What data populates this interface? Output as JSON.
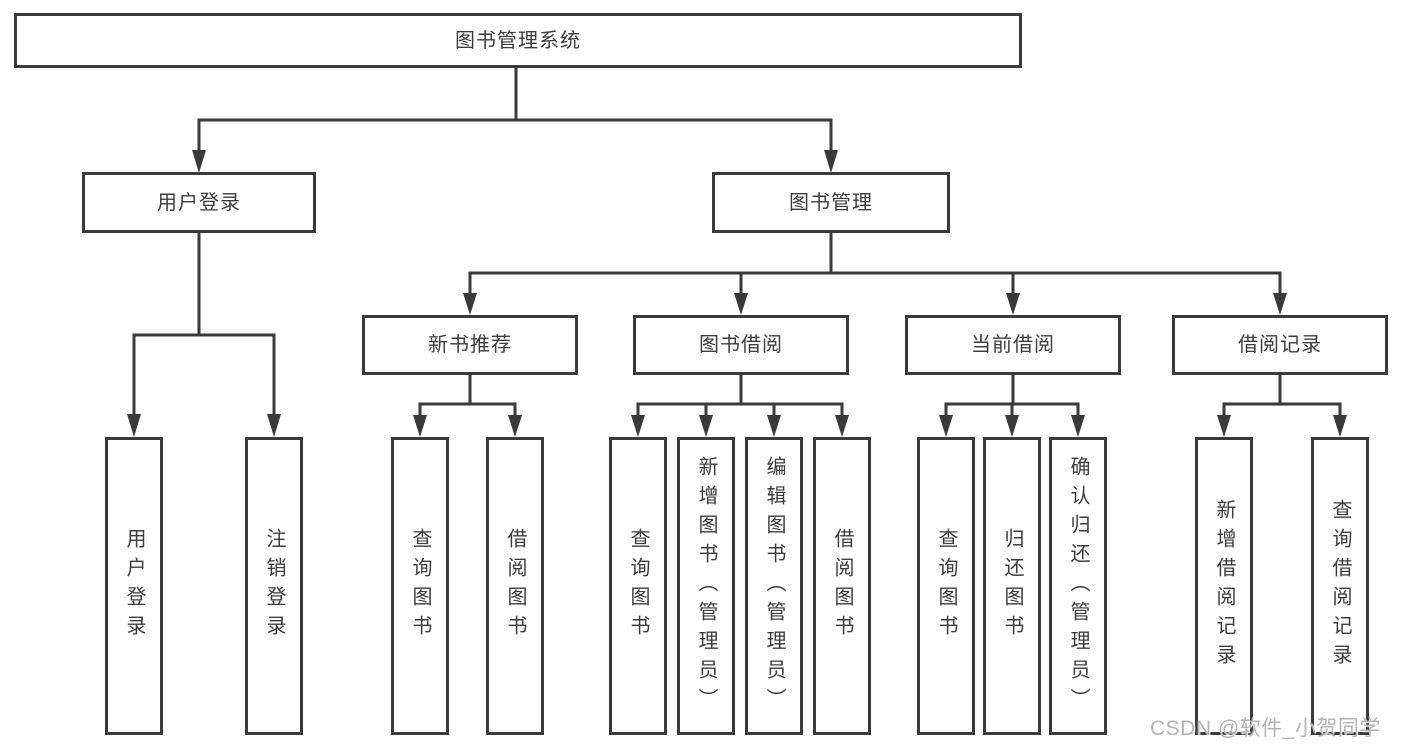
{
  "tree": {
    "root": {
      "label": "图书管理系统"
    },
    "branches": [
      {
        "label": "用户登录",
        "children": [
          {
            "label": "用户登录"
          },
          {
            "label": "注销登录"
          }
        ]
      },
      {
        "label": "图书管理",
        "children": [
          {
            "label": "新书推荐",
            "children": [
              {
                "label": "查询图书"
              },
              {
                "label": "借阅图书"
              }
            ]
          },
          {
            "label": "图书借阅",
            "children": [
              {
                "label": "查询图书"
              },
              {
                "label": "新增图书（管理员）"
              },
              {
                "label": "编辑图书（管理员）"
              },
              {
                "label": "借阅图书"
              }
            ]
          },
          {
            "label": "当前借阅",
            "children": [
              {
                "label": "查询图书"
              },
              {
                "label": "归还图书"
              },
              {
                "label": "确认归还（管理员）"
              }
            ]
          },
          {
            "label": "借阅记录",
            "children": [
              {
                "label": "新增借阅记录"
              },
              {
                "label": "查询借阅记录"
              }
            ]
          }
        ]
      }
    ]
  },
  "watermark": {
    "text": "CSDN @软件_小贺同学"
  },
  "colors": {
    "line": "#3a3a3a",
    "box_border": "#3a3a3a",
    "box_background": "#ffffff",
    "text": "#3c3c3c",
    "watermark": "#b3b3b3"
  }
}
